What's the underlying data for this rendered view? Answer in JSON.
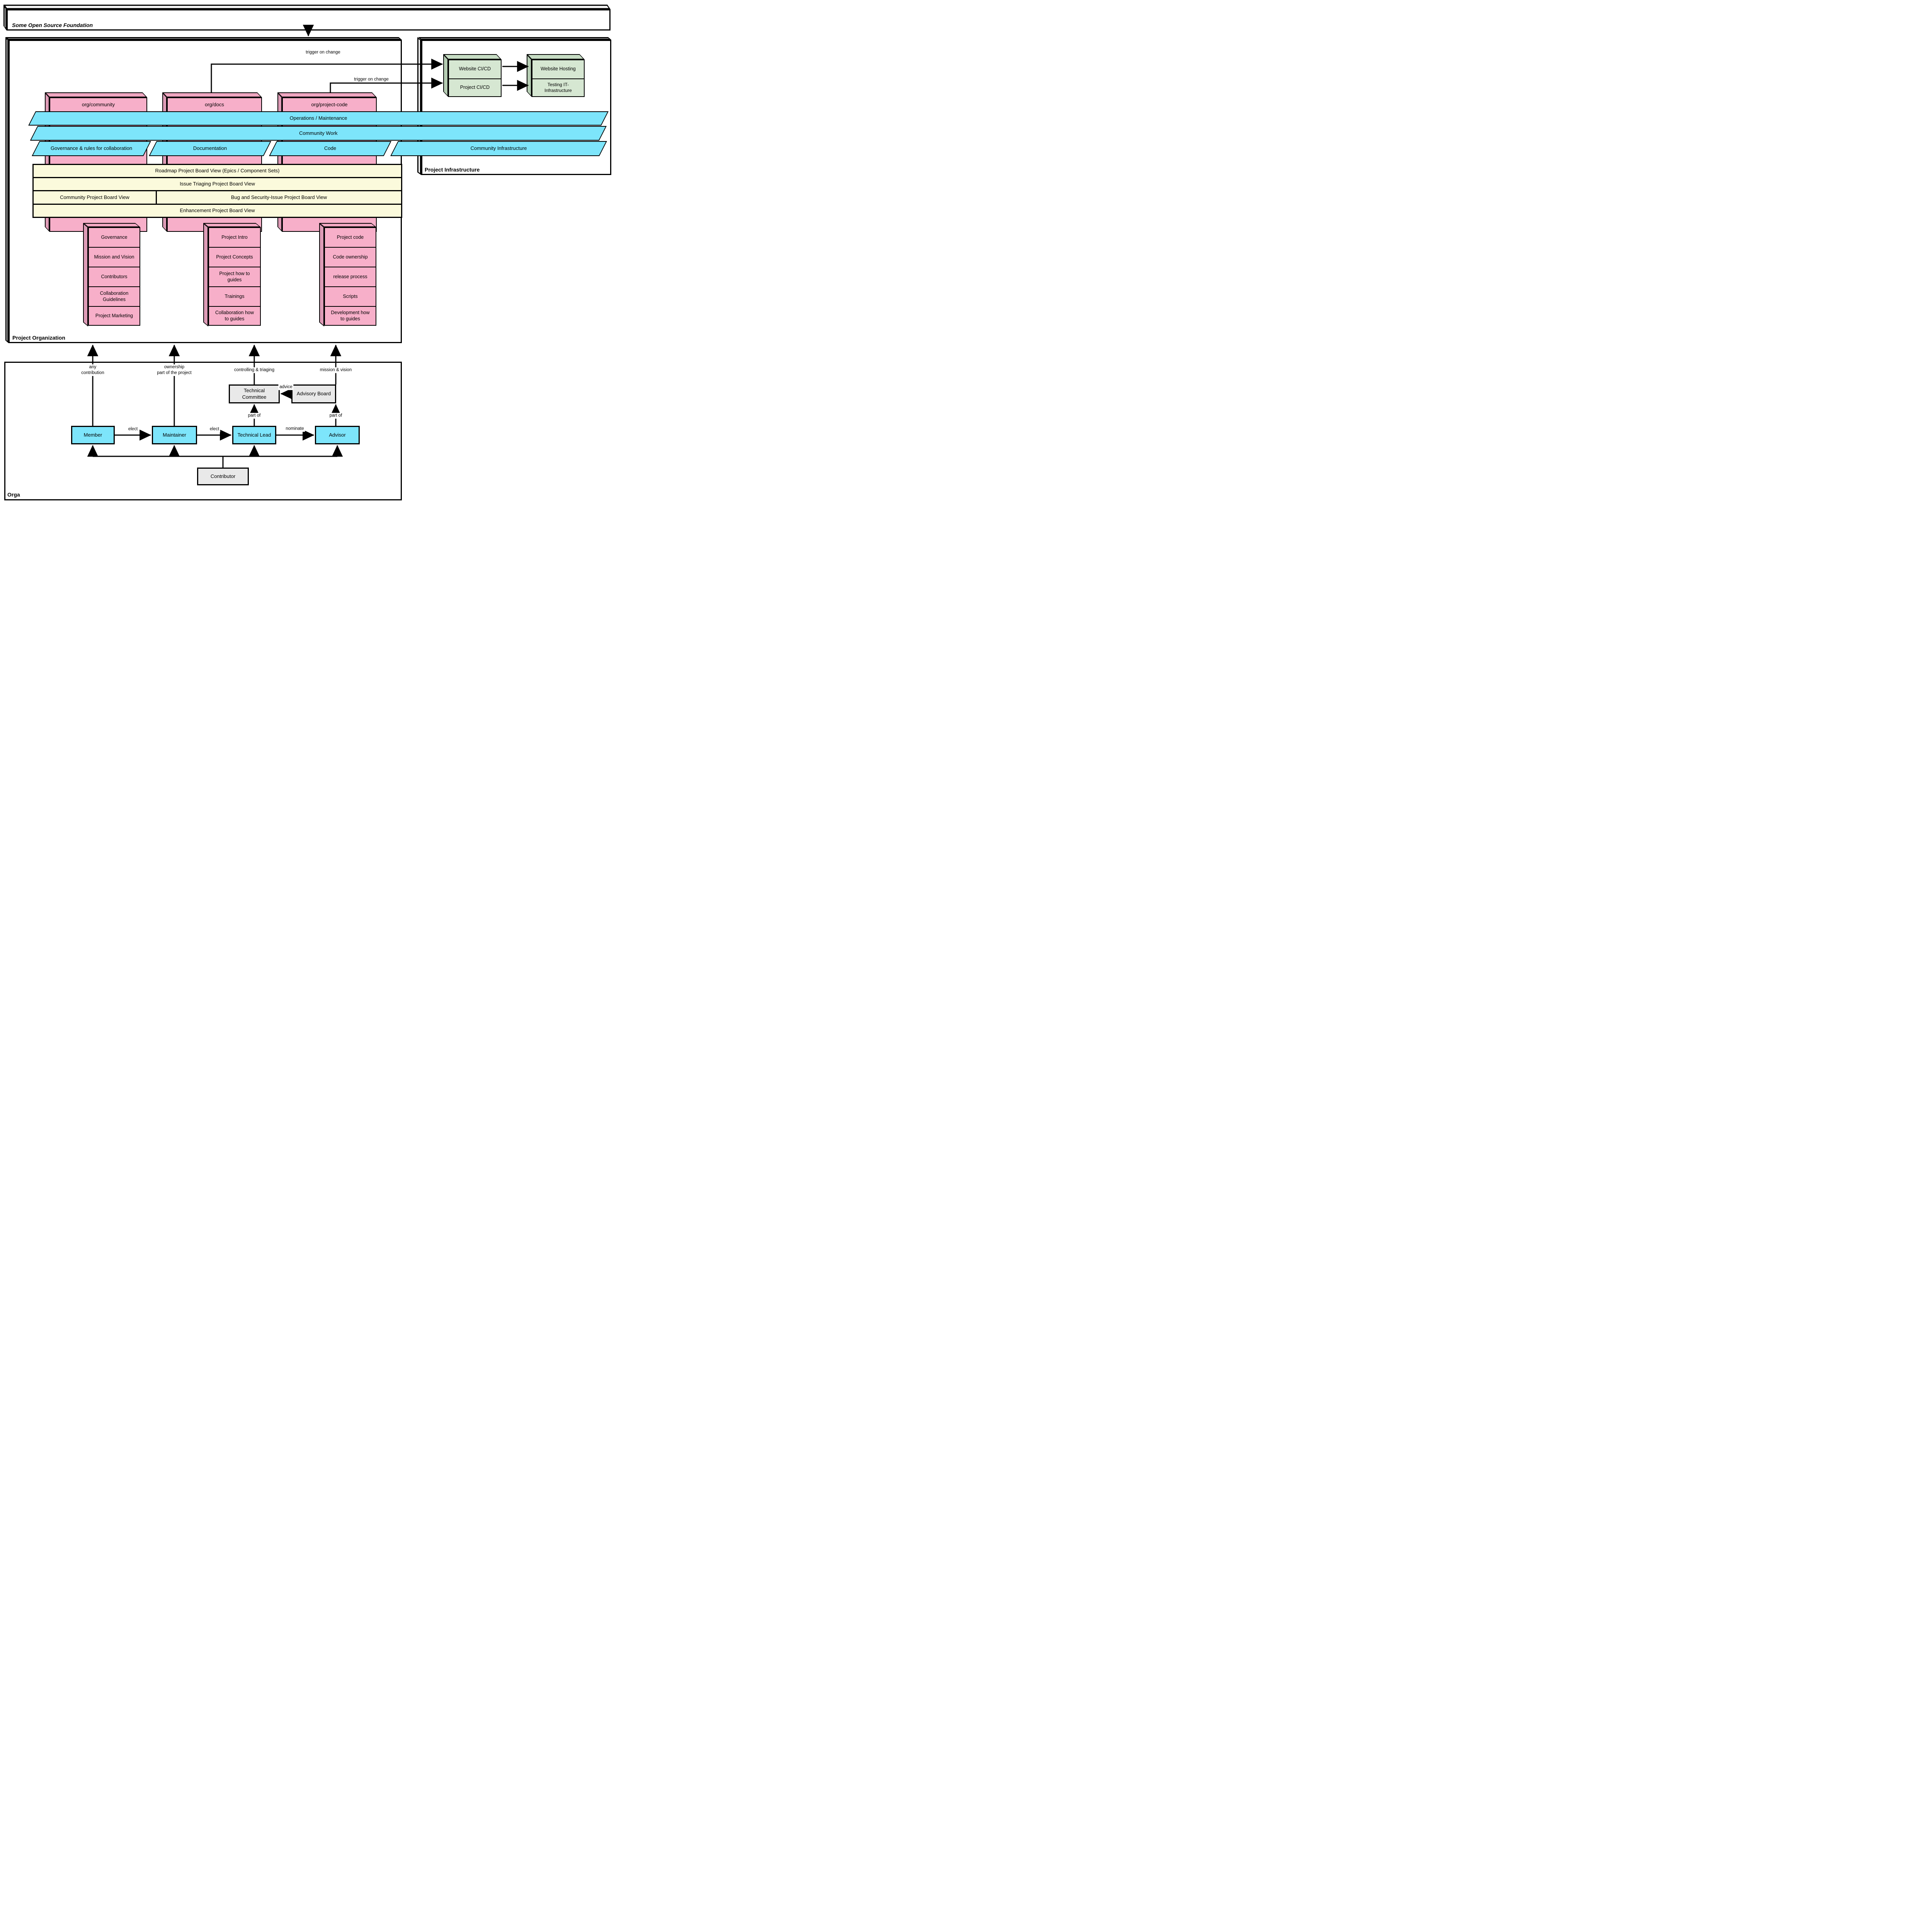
{
  "colors": {
    "pink": "#F7AFC9",
    "blue": "#7DE5FB",
    "yellow": "#FBFADC",
    "green": "#D6E7D2",
    "grey": "#E9E9E9"
  },
  "foundation": {
    "title": "Some Open Source Foundation"
  },
  "org": {
    "title": "Project Organization",
    "repos": [
      {
        "label": "org/community"
      },
      {
        "label": "org/docs"
      },
      {
        "label": "org/project-code"
      }
    ],
    "lanes": {
      "row1": "Operations / Maintenance",
      "row2": "Community Work",
      "segments": [
        {
          "label": "Governance & rules for collaboration"
        },
        {
          "label": "Documentation"
        },
        {
          "label": "Code"
        },
        {
          "label": "Community Infrastructure"
        }
      ]
    },
    "boards": [
      {
        "label": "Roadmap Project Board View (Epics / Component Sets)"
      },
      {
        "label": "Issue Triaging Project Board View"
      },
      {
        "label": "Community Project Board View"
      },
      {
        "label": "Bug and Security-Issue Project Board View"
      },
      {
        "label": "Enhancement Project Board View"
      }
    ],
    "stacks": {
      "community": {
        "items": [
          {
            "label": "Governance"
          },
          {
            "label": "Mission and Vision"
          },
          {
            "label": "Contributors"
          },
          {
            "label": "Collaboration\nGuidelines"
          },
          {
            "label": "Project Marketing"
          }
        ]
      },
      "docs": {
        "items": [
          {
            "label": "Project Intro"
          },
          {
            "label": "Project Concepts"
          },
          {
            "label": "Project how to\nguides"
          },
          {
            "label": "Trainings"
          },
          {
            "label": "Collaboration how\nto guides"
          }
        ]
      },
      "code": {
        "items": [
          {
            "label": "Project code"
          },
          {
            "label": "Code ownership"
          },
          {
            "label": "release process"
          },
          {
            "label": "Scripts"
          },
          {
            "label": "Development how\nto guides"
          }
        ]
      }
    }
  },
  "infra": {
    "title": "Project Infrastructure",
    "website_cicd": "Website CI/CD",
    "project_cicd": "Project CI/CD",
    "website_hosting": "Website Hosting",
    "testing_it": "Testing IT-\nInfrastructure"
  },
  "orga": {
    "title": "Orga",
    "member": "Member",
    "maintainer": "Maintainer",
    "technical_lead": "Technical Lead",
    "advisor": "Advisor",
    "contributor": "Contributor",
    "technical_committee": "Technical\nCommittee",
    "advisory_board": "Advisory Board"
  },
  "edges": {
    "trigger_docs": "trigger on change",
    "trigger_code": "trigger on change",
    "any_contribution": "any\ncontribution",
    "ownership": "ownership\npart of the project",
    "controlling": "controlling & triaging",
    "mission": "mission & vision",
    "advice": "advice",
    "part_of_left": "part of",
    "part_of_right": "part of",
    "elect_1": "elect",
    "elect_2": "elect",
    "nominate": "nominate"
  }
}
